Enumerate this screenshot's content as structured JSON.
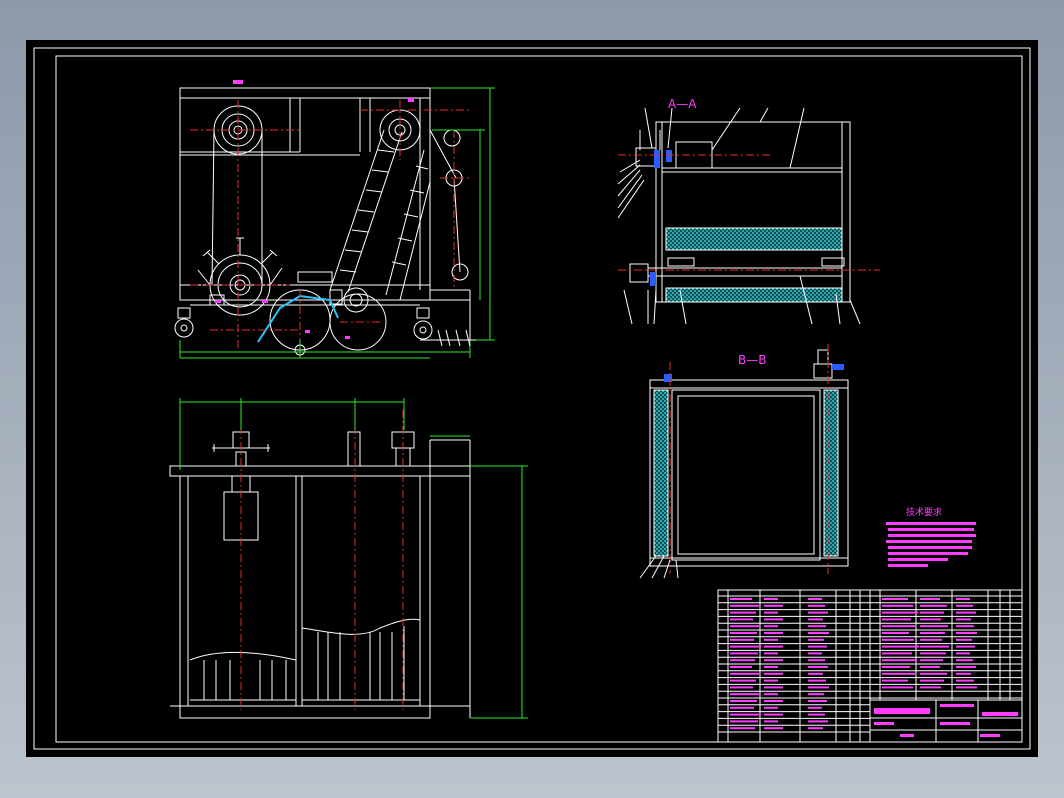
{
  "labels": {
    "section_aa": "A—A",
    "section_bb": "B—B",
    "tech_title": "技术要求"
  },
  "colors": {
    "background": "#000000",
    "frame": "#ffffff",
    "centerline": "#e03030",
    "dimension": "#2ee82e",
    "annotation": "#ff3cff",
    "hatch": "#36d0d8",
    "highlight": "#2ac6ff",
    "section_label": "#ff3cff"
  }
}
